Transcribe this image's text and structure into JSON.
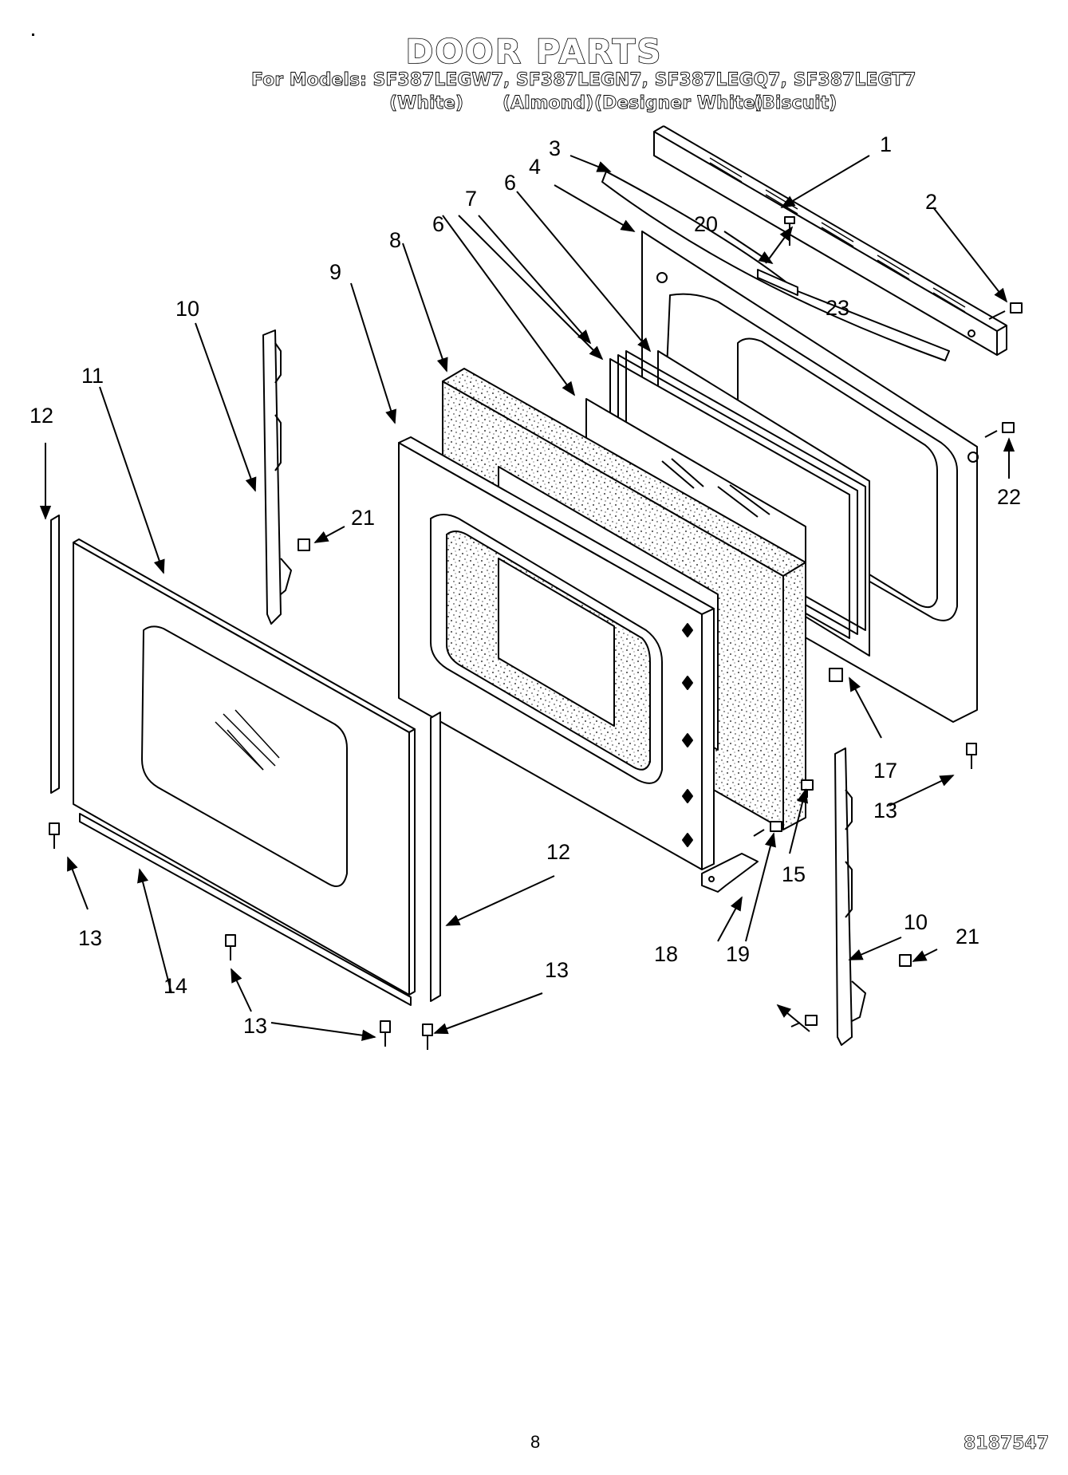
{
  "header": {
    "title": "DOOR PARTS",
    "models_line": "For Models: SF387LEGW7, SF387LEGN7, SF387LEGQ7, SF387LEGT7",
    "colors": [
      "(White)",
      "(Almond)",
      "(Designer White)",
      "(Biscuit)"
    ]
  },
  "callouts": {
    "c1": "1",
    "c2": "2",
    "c3": "3",
    "c4": "4",
    "c6a": "6",
    "c6b": "6",
    "c7": "7",
    "c8": "8",
    "c9": "9",
    "c10a": "10",
    "c10b": "10",
    "c11": "11",
    "c12a": "12",
    "c12b": "12",
    "c13a": "13",
    "c13b": "13",
    "c13c": "13",
    "c13d": "13",
    "c14": "14",
    "c15": "15",
    "c17": "17",
    "c18": "18",
    "c19": "19",
    "c20": "20",
    "c21a": "21",
    "c21b": "21",
    "c22": "22",
    "c23": "23"
  },
  "footer": {
    "page_number": "8",
    "document_number": "8187547"
  }
}
